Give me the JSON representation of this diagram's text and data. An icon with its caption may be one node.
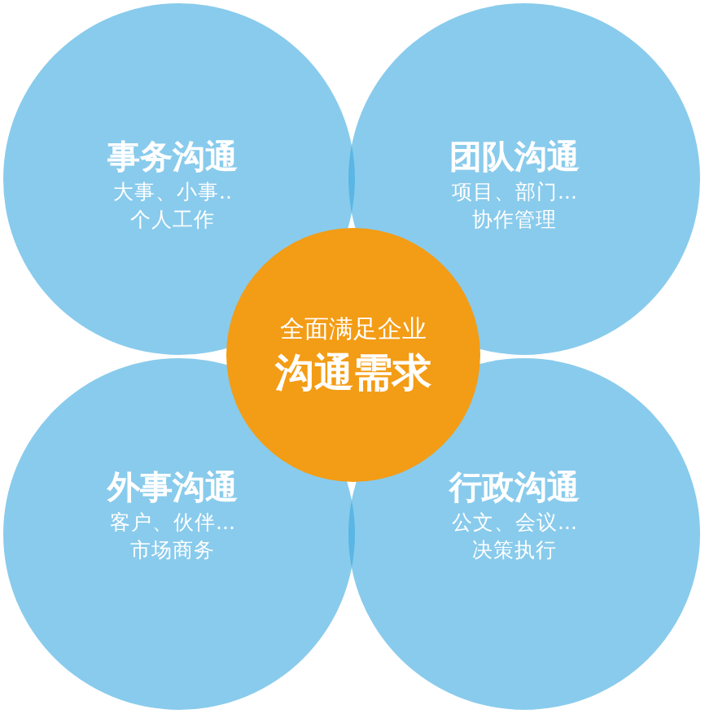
{
  "diagram": {
    "nodes": [
      {
        "text": [
          "事务沟通",
          "大事、小事..个人工作"
        ]
      },
      {
        "text": [
          "团队沟通",
          "项目、部门...协作管理"
        ]
      },
      {
        "text": [
          "全面满足企业",
          "沟通需求"
        ]
      },
      {
        "text": [
          "外事沟通",
          "客户、伙伴...市场商务"
        ]
      },
      {
        "text": [
          "行政沟通",
          "公文、会议...决策执行"
        ]
      }
    ]
  }
}
